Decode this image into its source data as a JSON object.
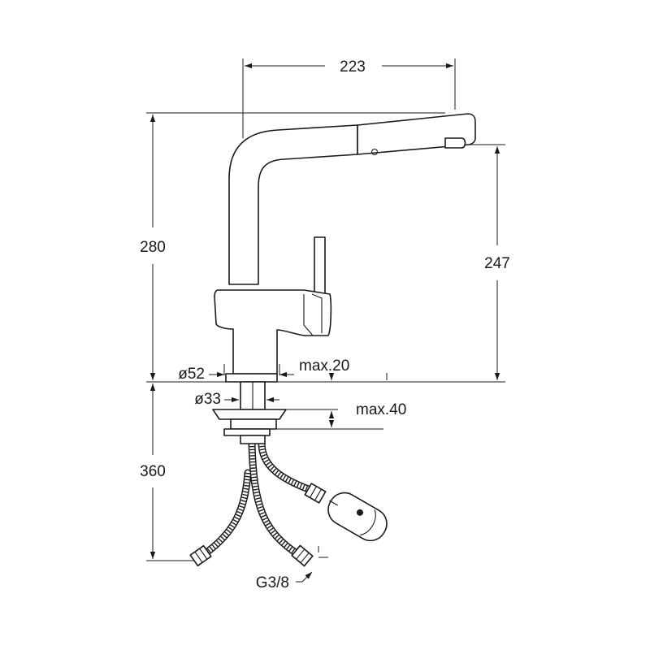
{
  "dimensions": {
    "spout_reach": "223",
    "total_height": "280",
    "spout_height": "247",
    "base_diameter": "ø52",
    "max_worktop": "max.20",
    "shank_diameter": "ø33",
    "max_sink": "max.40",
    "hose_length": "360",
    "connection_thread": "G3/8"
  },
  "colors": {
    "line": "#1a1a1a",
    "background": "#ffffff"
  }
}
